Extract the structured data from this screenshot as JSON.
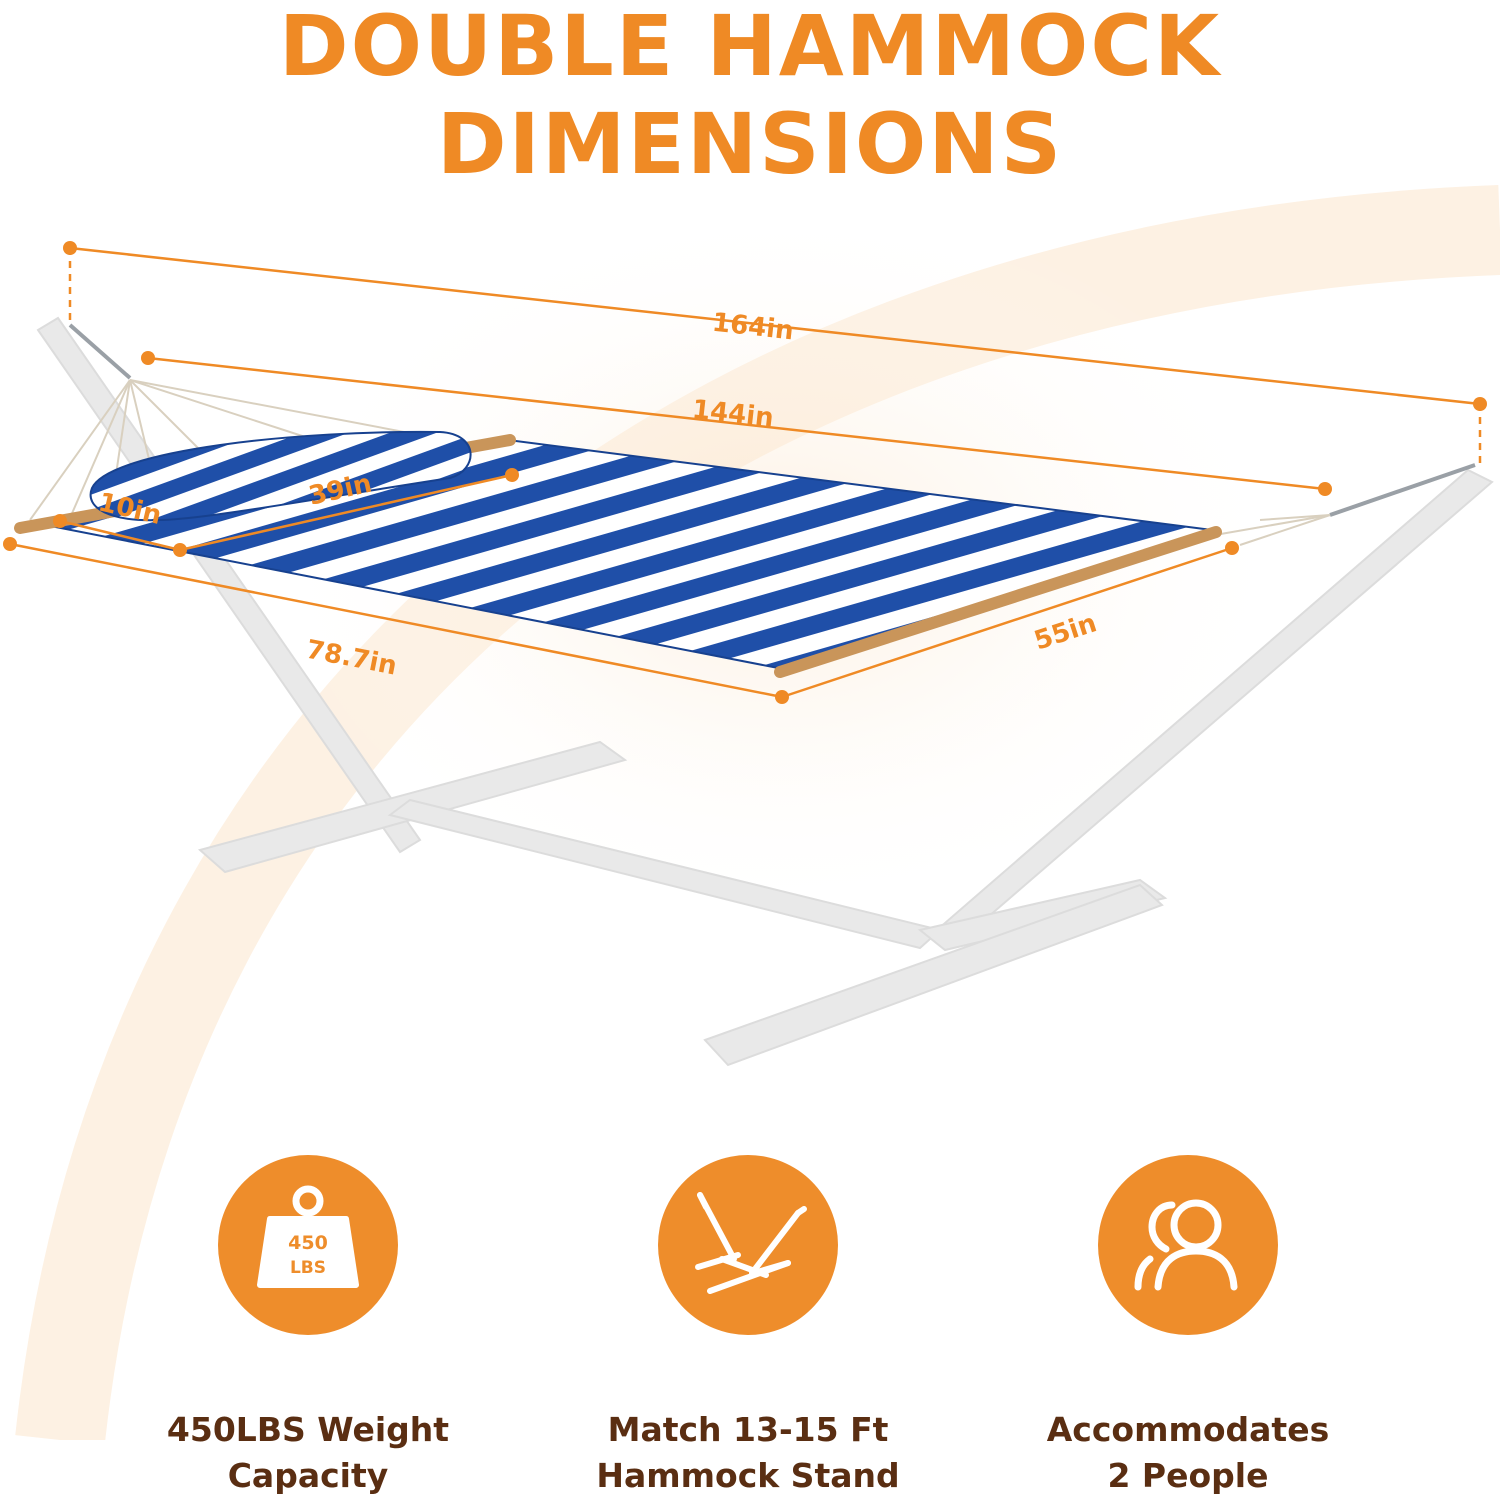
{
  "title": {
    "line1": "DOUBLE HAMMOCK",
    "line2": "DIMENSIONS"
  },
  "colors": {
    "accent": "#ef8a25",
    "text_dark": "#5a2e12",
    "stripe_blue": "#1f4fa8",
    "stand": "#e6e6e6"
  },
  "dimensions": {
    "overall": "164in",
    "spreader_to_spreader": "144in",
    "pillow_length": "39in",
    "pillow_width": "10in",
    "bed_length": "78.7in",
    "bed_width": "55in"
  },
  "features": [
    {
      "icon": "weight-icon",
      "icon_text_top": "450",
      "icon_text_bottom": "LBS",
      "line1": "450LBS Weight",
      "line2": "Capacity"
    },
    {
      "icon": "hammock-stand-icon",
      "line1": "Match 13-15 Ft",
      "line2": "Hammock Stand"
    },
    {
      "icon": "people-icon",
      "line1": "Accommodates",
      "line2": "2 People"
    }
  ]
}
